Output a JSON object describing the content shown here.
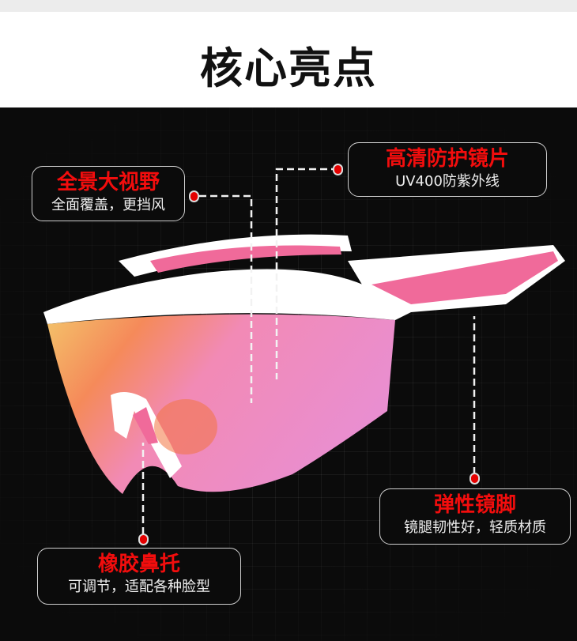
{
  "header": {
    "title": "核心亮点"
  },
  "features": [
    {
      "title": "全景大视野",
      "subtitle": "全面覆盖，更挡风"
    },
    {
      "title": "高清防护镜片",
      "subtitle": "UV400防紫外线"
    },
    {
      "title": "弹性镜脚",
      "subtitle": "镜腿韧性好，轻质材质"
    },
    {
      "title": "橡胶鼻托",
      "subtitle": "可调节，适配各种脸型"
    }
  ],
  "colors": {
    "accent": "#f20d0d",
    "frame": "#ffffff",
    "temple_inner": "#f06a9a"
  }
}
